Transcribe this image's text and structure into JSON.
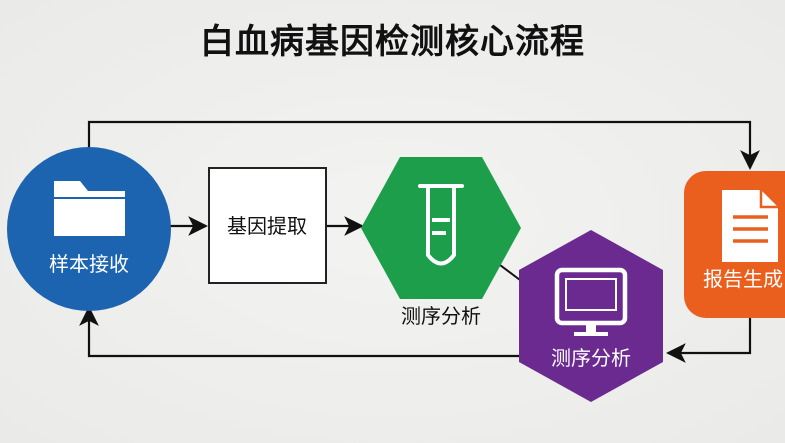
{
  "title": "白血病基因检测核心流程",
  "nodes": {
    "sample": {
      "label": "样本接收",
      "color": "#1d64b0",
      "icon": "folder-icon"
    },
    "extract": {
      "label": "基因提取"
    },
    "seq": {
      "label": "测序分析",
      "color": "#1c9e4b",
      "icon": "test-tube-icon"
    },
    "analysis": {
      "label": "测序分析",
      "color": "#6a2a90",
      "icon": "monitor-icon"
    },
    "report": {
      "label": "报告生成",
      "color": "#ea5f1e",
      "icon": "document-icon"
    }
  },
  "colors": {
    "arrow": "#111111",
    "box_border": "#222222",
    "box_fill": "#ffffff"
  }
}
